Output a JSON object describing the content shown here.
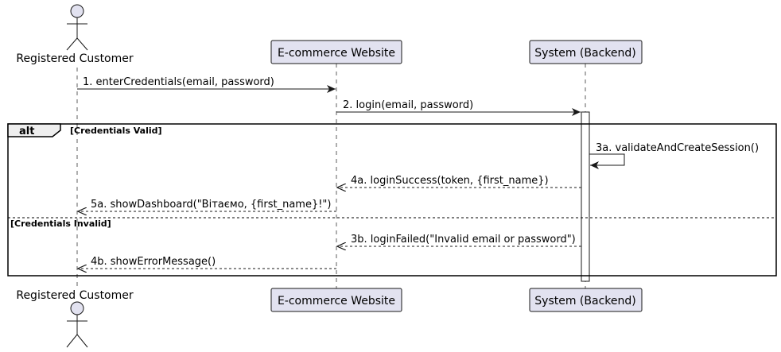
{
  "participants": [
    {
      "id": "customer",
      "label": "Registered Customer",
      "kind": "actor"
    },
    {
      "id": "website",
      "label": "E-commerce Website",
      "kind": "participant"
    },
    {
      "id": "backend",
      "label": "System (Backend)",
      "kind": "participant"
    }
  ],
  "messages": [
    {
      "label": "1. enterCredentials(email, password)",
      "from": "customer",
      "to": "website",
      "style": "sync"
    },
    {
      "label": "2. login(email, password)",
      "from": "website",
      "to": "backend",
      "style": "sync"
    },
    {
      "label": "3a. validateAndCreateSession()",
      "from": "backend",
      "to": "backend",
      "style": "self"
    },
    {
      "label": "4a. loginSuccess(token, {first_name})",
      "from": "backend",
      "to": "website",
      "style": "reply"
    },
    {
      "label": "5a. showDashboard(\"Вітаємо, {first_name}!\")",
      "from": "website",
      "to": "customer",
      "style": "reply"
    },
    {
      "label": "3b. loginFailed(\"Invalid email or password\")",
      "from": "backend",
      "to": "website",
      "style": "reply"
    },
    {
      "label": "4b. showErrorMessage()",
      "from": "website",
      "to": "customer",
      "style": "reply"
    }
  ],
  "fragment": {
    "type": "alt",
    "guards": [
      "[Credentials Valid]",
      "[Credentials Invalid]"
    ]
  },
  "colors": {
    "participant_fill": "#E2E2F0",
    "participant_border": "#181818",
    "lifeline": "#181818",
    "arrow": "#181818"
  }
}
